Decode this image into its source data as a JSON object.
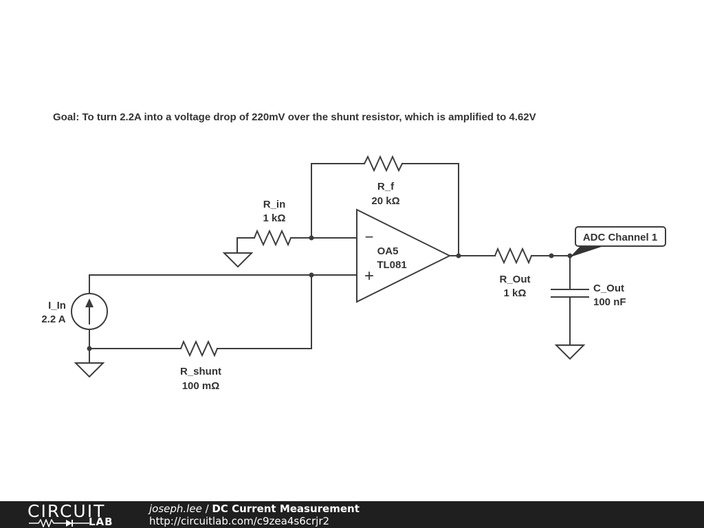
{
  "goal_text": "Goal: To turn 2.2A into a voltage drop of 220mV over the shunt resistor, which is amplified to 4.62V",
  "components": {
    "r_f": {
      "name": "R_f",
      "value": "20 kΩ"
    },
    "r_in": {
      "name": "R_in",
      "value": "1 kΩ"
    },
    "opamp": {
      "name": "OA5",
      "model": "TL081",
      "minus": "−",
      "plus": "+"
    },
    "r_out": {
      "name": "R_Out",
      "value": "1 kΩ"
    },
    "c_out": {
      "name": "C_Out",
      "value": "100 nF"
    },
    "i_in": {
      "name": "I_In",
      "value": "2.2 A"
    },
    "r_shunt": {
      "name": "R_shunt",
      "value": "100 mΩ"
    },
    "adc_label": "ADC Channel 1"
  },
  "footer": {
    "logo_top": "CIRCUIT",
    "logo_bottom": "LAB",
    "author": "joseph.lee",
    "separator": " / ",
    "title": "DC Current Measurement",
    "url": "http://circuitlab.com/c9zea4s6crjr2"
  },
  "colors": {
    "wire": "#3c3c3c",
    "text": "#333333",
    "footer_bg": "#1f1f1f"
  }
}
